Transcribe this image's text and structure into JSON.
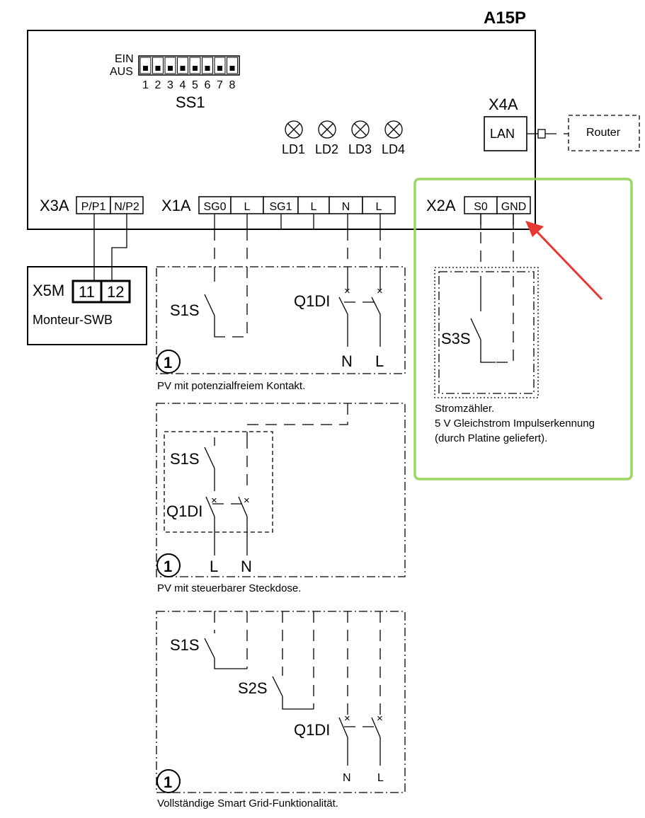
{
  "board": {
    "title": "A15P"
  },
  "dip": {
    "on_label": "EIN",
    "off_label": "AUS",
    "numbers": [
      "1",
      "2",
      "3",
      "4",
      "5",
      "6",
      "7",
      "8"
    ],
    "label": "SS1"
  },
  "leds": [
    "LD1",
    "LD2",
    "LD3",
    "LD4"
  ],
  "lan": {
    "connector": "X4A",
    "port": "LAN",
    "router": "Router"
  },
  "x3a": {
    "label": "X3A",
    "terminals": [
      "P/P1",
      "N/P2"
    ]
  },
  "x1a": {
    "label": "X1A",
    "terminals": [
      "SG0",
      "L",
      "SG1",
      "L",
      "N",
      "L"
    ]
  },
  "x2a": {
    "label": "X2A",
    "terminals": [
      "S0",
      "GND"
    ]
  },
  "x5m": {
    "label": "X5M",
    "terminals": [
      "11",
      "12"
    ],
    "name": "Monteur-SWB"
  },
  "scenario1": {
    "marker": "1",
    "switch": "S1S",
    "breaker": "Q1DI",
    "n": "N",
    "l": "L",
    "caption": "PV mit potenzialfreiem Kontakt."
  },
  "scenario2": {
    "marker": "1",
    "switch": "S1S",
    "breaker": "Q1DI",
    "l": "L",
    "n": "N",
    "caption": "PV mit steuerbarer Steckdose."
  },
  "scenario3": {
    "marker": "1",
    "switch1": "S1S",
    "switch2": "S2S",
    "breaker": "Q1DI",
    "n": "N",
    "l": "L",
    "caption": "Vollständige Smart Grid-Funktionalität."
  },
  "meter": {
    "switch": "S3S",
    "caption_line1": "Stromzähler.",
    "caption_line2": "5 V Gleichstrom Impulserkennung",
    "caption_line3": "(durch Platine geliefert)."
  },
  "highlight": {
    "color": "#8fd14f",
    "arrow_color": "#e53935"
  }
}
